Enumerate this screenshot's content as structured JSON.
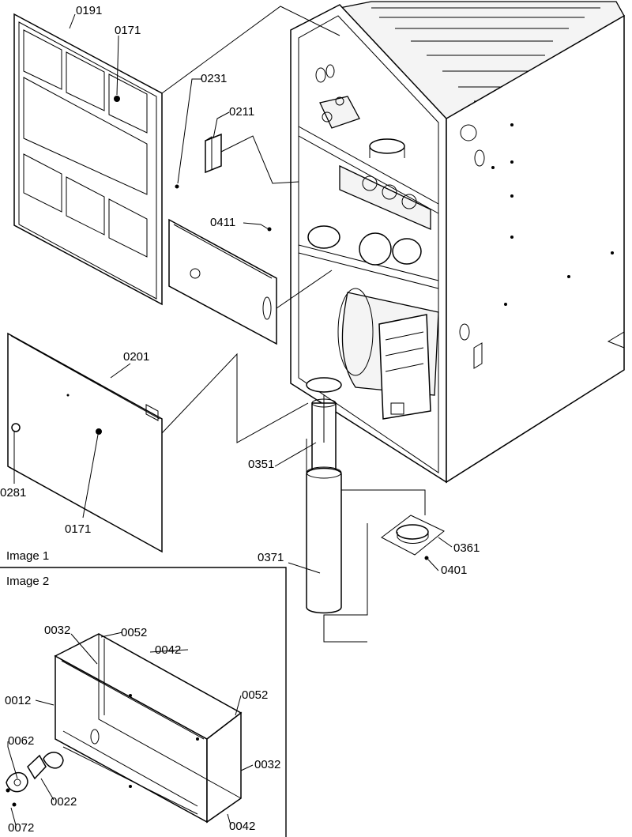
{
  "frames": {
    "image1": "Image 1",
    "image2": "Image 2"
  },
  "callouts": {
    "c0191": "0191",
    "c0171a": "0171",
    "c0231": "0231",
    "c0211": "0211",
    "c0411": "0411",
    "c0201": "0201",
    "c0281": "0281",
    "c0171b": "0171",
    "c0351": "0351",
    "c0371": "0371",
    "c0361": "0361",
    "c0401": "0401",
    "c0032a": "0032",
    "c0052a": "0052",
    "c0042a": "0042",
    "c0012": "0012",
    "c0052b": "0052",
    "c0062": "0062",
    "c0032b": "0032",
    "c0022": "0022",
    "c0072": "0072",
    "c0042b": "0042"
  }
}
